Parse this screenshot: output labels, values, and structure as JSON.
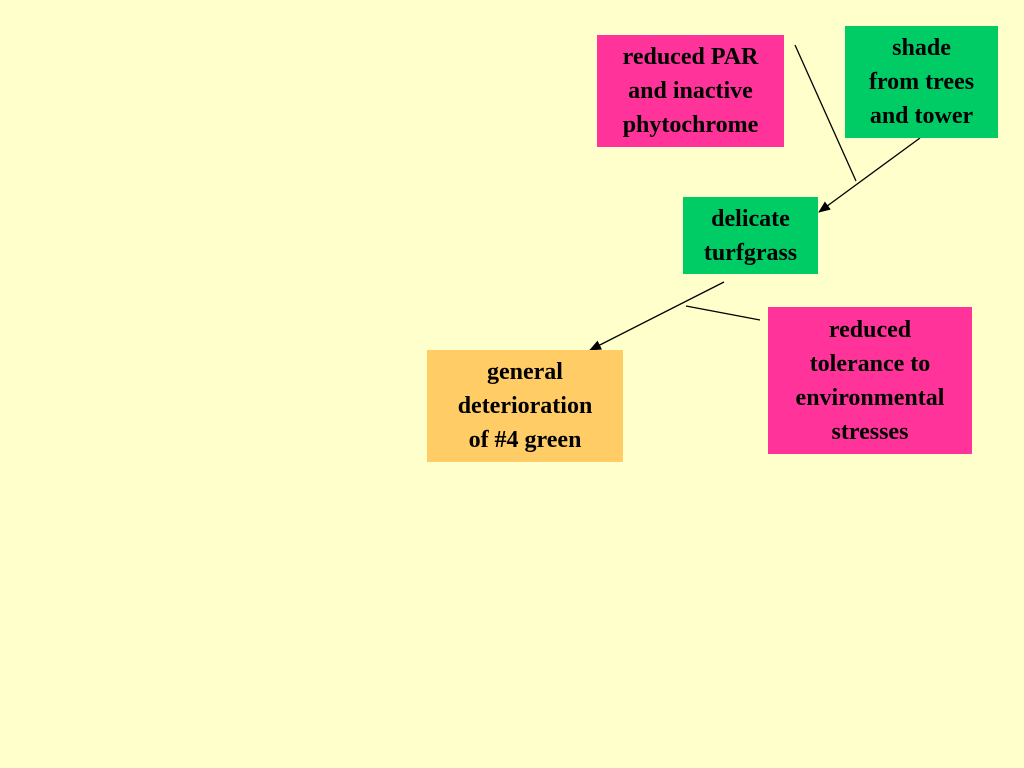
{
  "colors": {
    "background": "#FFFFCC",
    "factor_pink": "#FF3399",
    "state_green": "#00CC66",
    "outcome_orange": "#FFCC66",
    "line": "#000000"
  },
  "nodes": {
    "shade": {
      "label": "shade\nfrom trees\nand tower",
      "color": "#00CC66"
    },
    "par": {
      "label": "reduced PAR\nand inactive\nphytochrome",
      "color": "#FF3399"
    },
    "turf": {
      "label": "delicate\nturfgrass",
      "color": "#00CC66"
    },
    "tolerance": {
      "label": "reduced\ntolerance to\nenvironmental\nstresses",
      "color": "#FF3399"
    },
    "outcome": {
      "label": "general\ndeterioration\nof #4 green",
      "color": "#FFCC66"
    }
  },
  "edges": [
    {
      "from": "shade",
      "to": "turf",
      "arrow": true
    },
    {
      "from": "par",
      "to": "shade-turf-arrow",
      "arrow": false
    },
    {
      "from": "turf",
      "to": "outcome",
      "arrow": true
    },
    {
      "from": "tolerance",
      "to": "turf-outcome-arrow",
      "arrow": false
    }
  ]
}
